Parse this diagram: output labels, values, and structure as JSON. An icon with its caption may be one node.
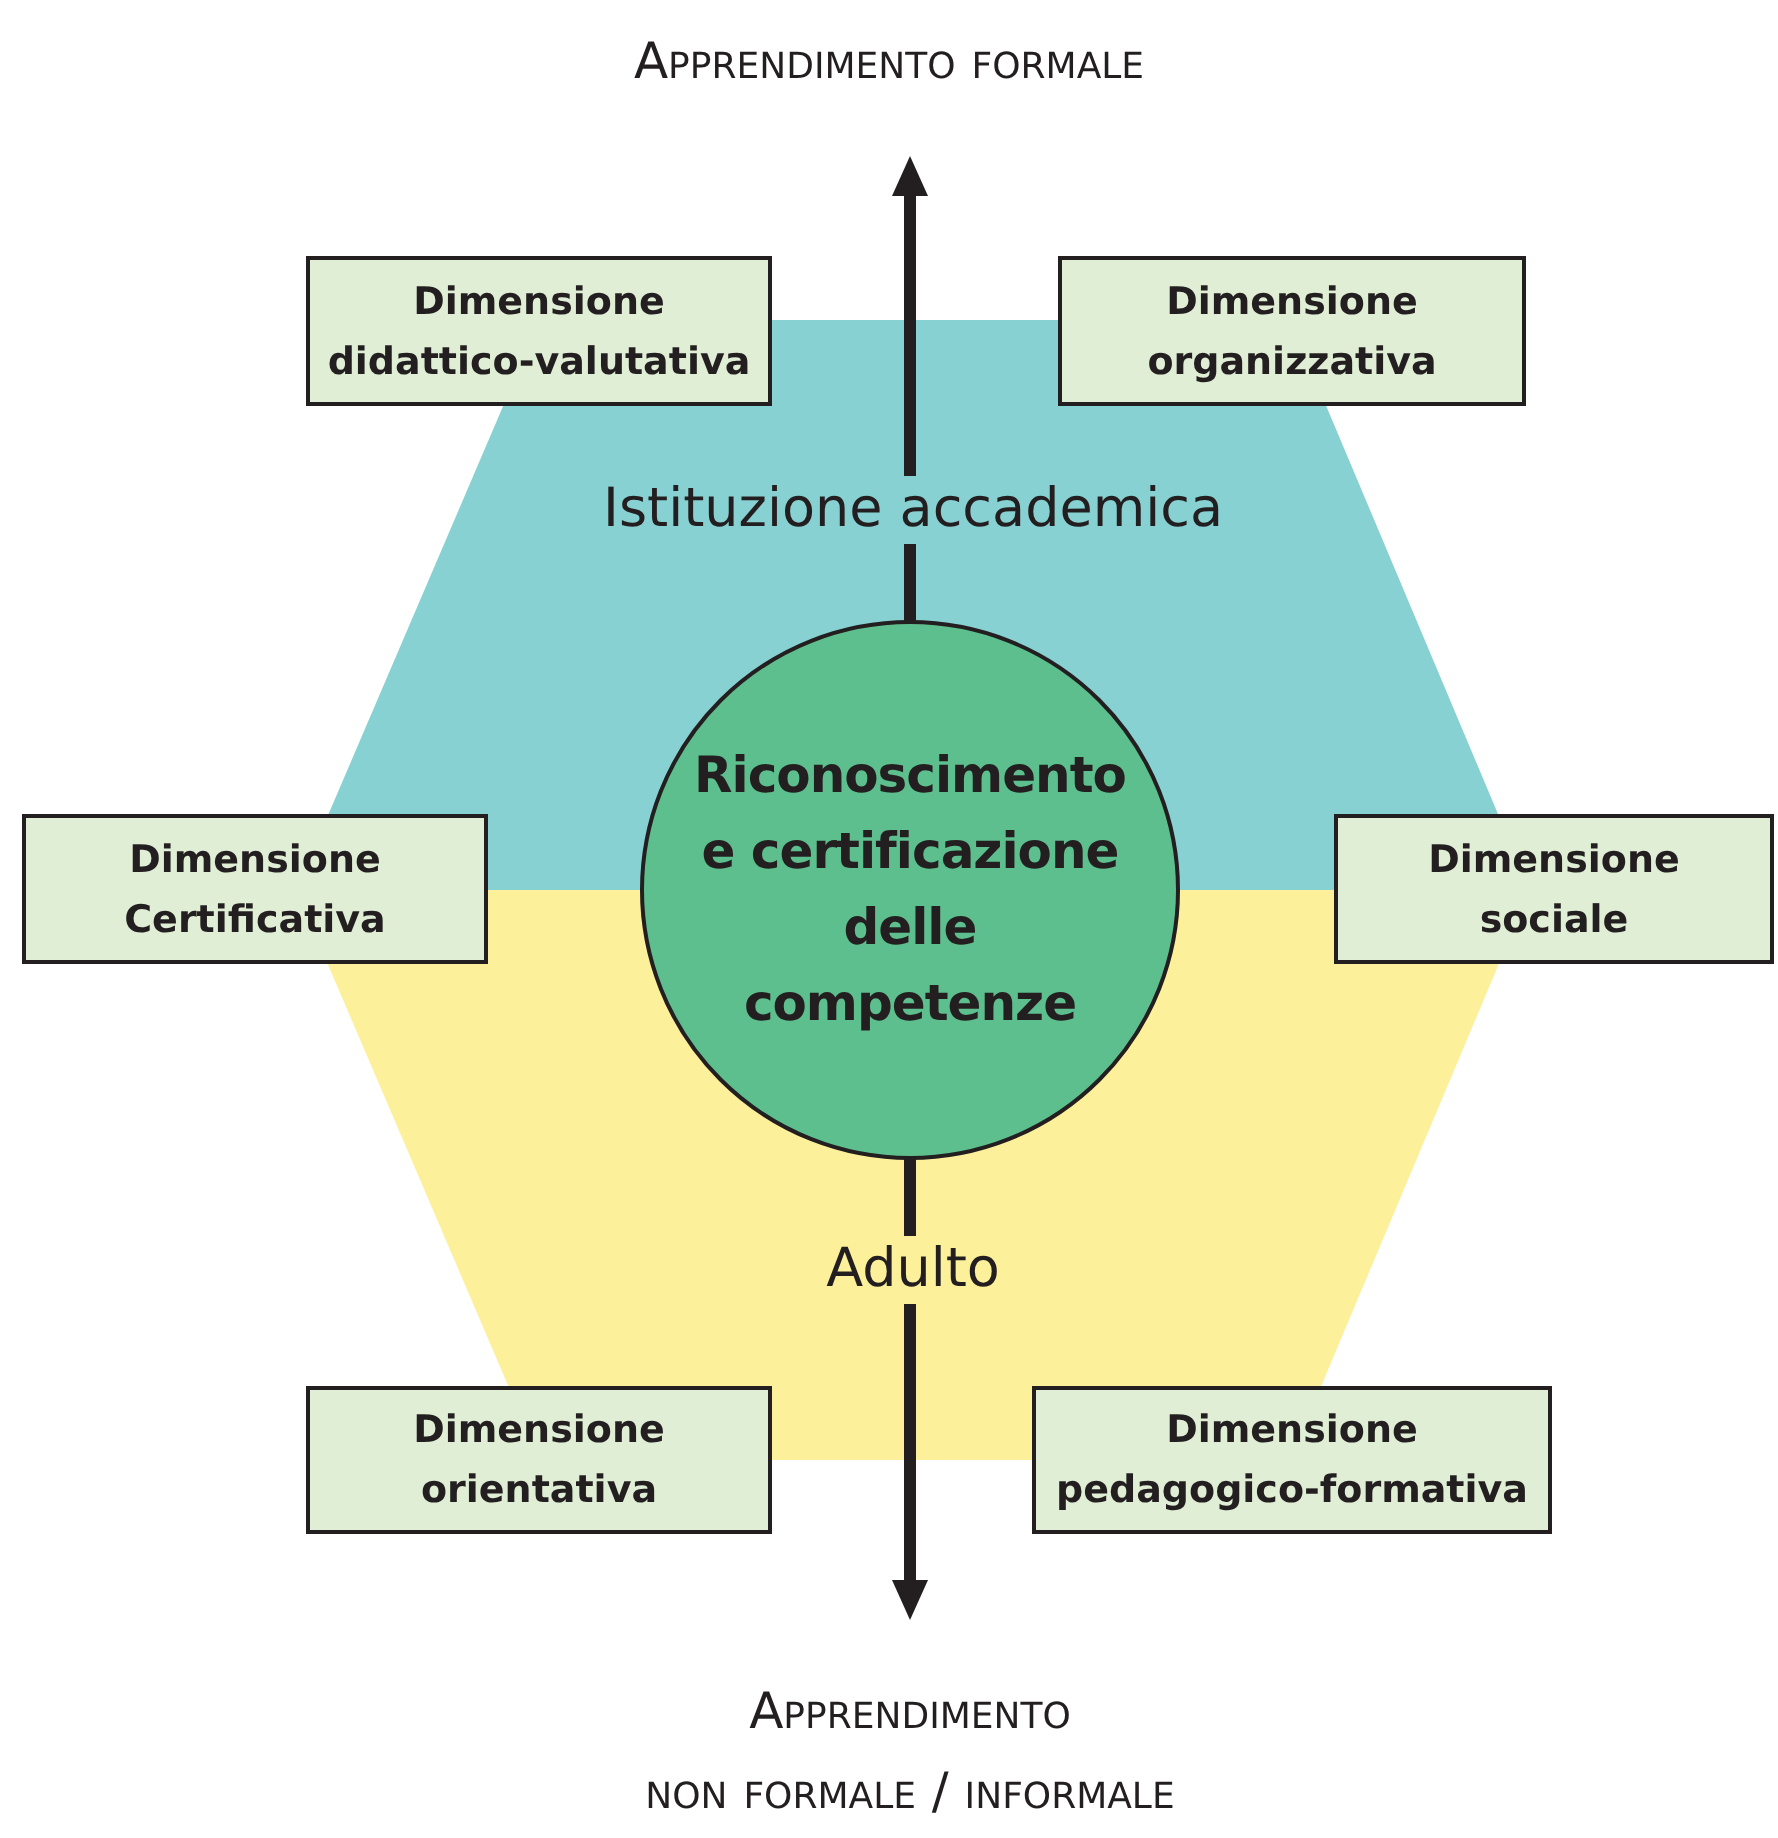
{
  "diagram": {
    "nodes": [
      {
        "text": [
          "Dimensione didattico-valutativa"
        ]
      },
      {
        "text": [
          "Dimensione organizzativa"
        ]
      },
      {
        "text": [
          "Istituzione accademica"
        ]
      },
      {
        "text": [
          "Riconoscimento e certificazione delle competenze"
        ]
      },
      {
        "text": [
          "Dimensione Certificativa"
        ]
      },
      {
        "text": [
          "Dimensione sociale"
        ]
      },
      {
        "text": [
          "Adulto"
        ]
      },
      {
        "text": [
          "Dimensione orientativa"
        ]
      },
      {
        "text": [
          "Dimensione pedagogico-formativa"
        ]
      }
    ],
    "edges": [],
    "labels": [
      "Apprendimento formale",
      "Apprendimento non formale / informale"
    ]
  }
}
